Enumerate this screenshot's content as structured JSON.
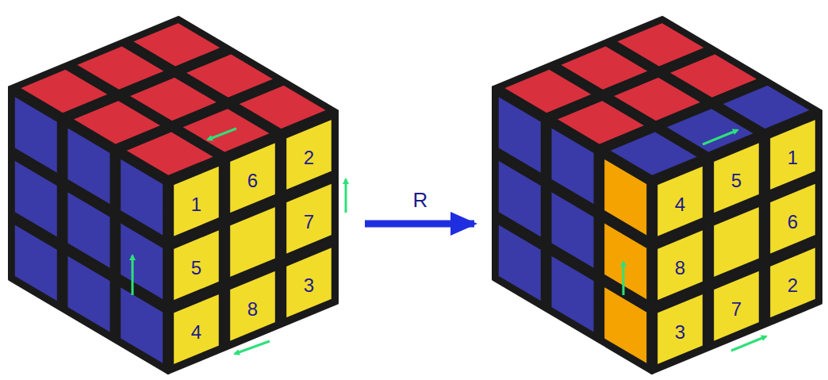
{
  "diagram": {
    "labels": [
      "1",
      "6",
      "2",
      "5",
      "7",
      "4",
      "8",
      "3",
      "R",
      "4",
      "5",
      "1",
      "8",
      "6",
      "3",
      "7",
      "2"
    ]
  }
}
